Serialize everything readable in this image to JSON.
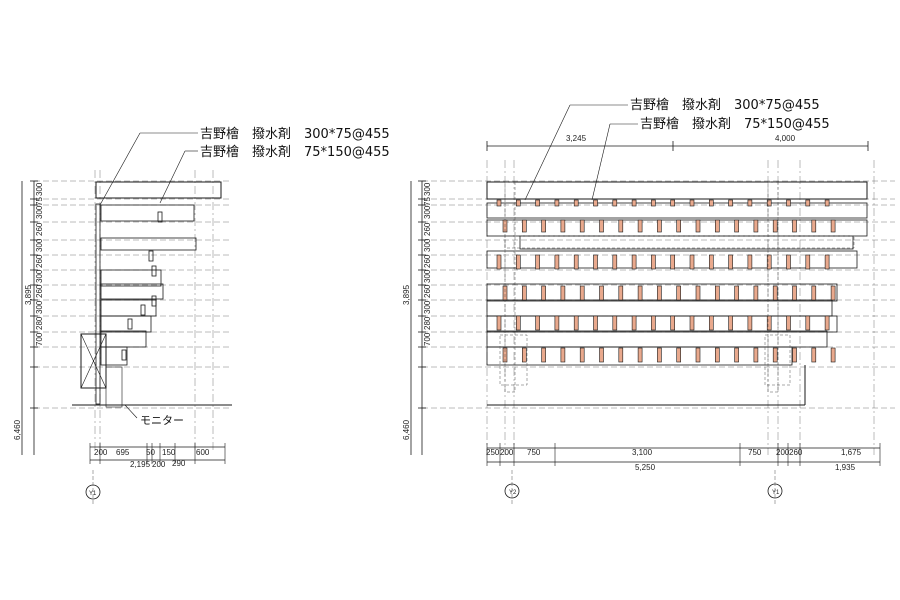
{
  "labels": {
    "left_line1": "吉野檜　撥水剤　300*75@455",
    "left_line2": "吉野檜　撥水剤　75*150@455",
    "right_line1": "吉野檜　撥水剤　300*75@455",
    "right_line2": "吉野檜　撥水剤　75*150@455",
    "monitor": "モニター"
  },
  "left": {
    "vertical_dims": [
      "300",
      "75",
      "300",
      "260",
      "300",
      "260",
      "300",
      "260",
      "300",
      "280",
      "700"
    ],
    "total_top": "3,895",
    "total_bottom": "6,460",
    "bottom_dims": [
      "200",
      "695",
      "50",
      "150",
      "290",
      "600"
    ],
    "bottom_dims_row2": [
      "2,195",
      "200"
    ],
    "grid_label": "Y1"
  },
  "right": {
    "top_dims": [
      "3,245",
      "4,000"
    ],
    "vertical_dims": [
      "300",
      "75",
      "300",
      "260",
      "300",
      "260",
      "300",
      "260",
      "300",
      "280",
      "700"
    ],
    "total_top": "3,895",
    "total_bottom": "6,460",
    "bottom_dims": [
      "250",
      "200",
      "750",
      "3,100",
      "750",
      "200",
      "260",
      "1,675"
    ],
    "bottom_dims_row2": [
      "5,250",
      "1,935"
    ],
    "grid_labels": [
      "Y2",
      "Y1"
    ]
  },
  "colors": {
    "line": "#1a1a1a",
    "accent_block": "#e9a98d",
    "dash": "#555555"
  }
}
